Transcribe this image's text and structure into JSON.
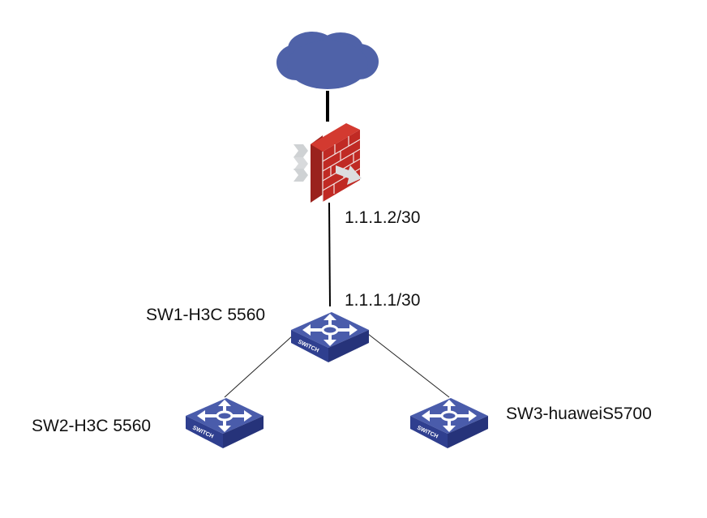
{
  "diagram": {
    "title": "",
    "nodes": [
      {
        "id": "internet",
        "type": "cloud",
        "label": ""
      },
      {
        "id": "firewall",
        "type": "firewall",
        "label": ""
      },
      {
        "id": "sw1",
        "type": "switch",
        "label": "SW1-H3C 5560",
        "badge": "SWITCH"
      },
      {
        "id": "sw2",
        "type": "switch",
        "label": "SW2-H3C 5560",
        "badge": "SWITCH"
      },
      {
        "id": "sw3",
        "type": "switch",
        "label": "SW3-huaweiS5700",
        "badge": "SWITCH"
      }
    ],
    "links": [
      {
        "from": "internet",
        "to": "firewall",
        "style": "thick"
      },
      {
        "from": "firewall",
        "to": "sw1",
        "style": "normal",
        "from_ip": "1.1.1.2/30",
        "to_ip": "1.1.1.1/30"
      },
      {
        "from": "sw1",
        "to": "sw2",
        "style": "thin"
      },
      {
        "from": "sw1",
        "to": "sw3",
        "style": "thin"
      }
    ],
    "colors": {
      "cloud": "#4f62a8",
      "switch_top": "#4a5cab",
      "switch_side": "#2f3f8f",
      "firewall_front": "#c8302a",
      "firewall_side": "#8f1e1a",
      "line": "#000000"
    }
  }
}
